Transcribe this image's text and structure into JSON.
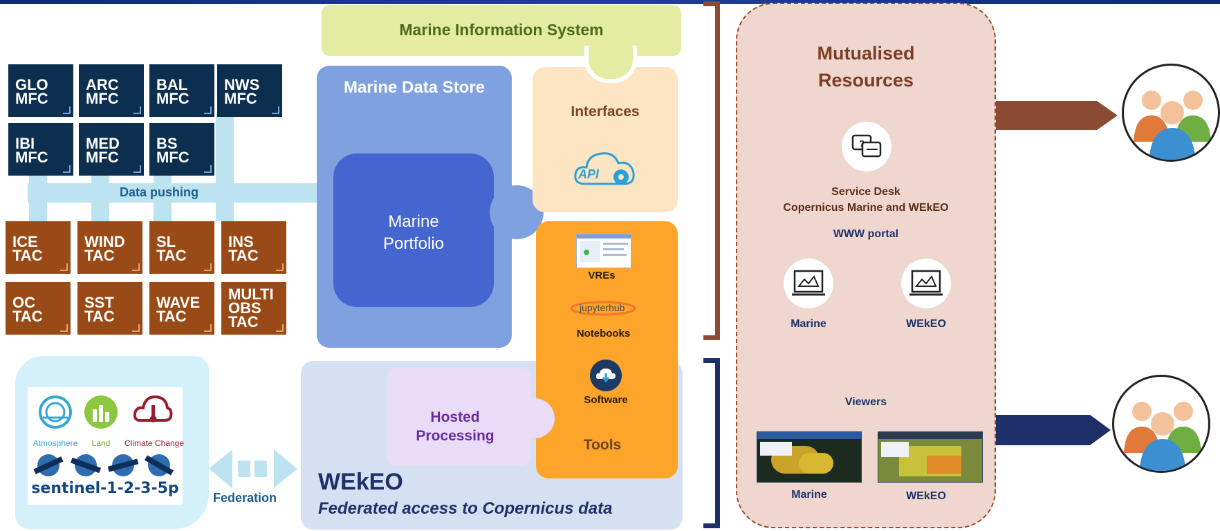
{
  "mis": {
    "title": "Marine Information System"
  },
  "mfc_tiles": [
    "GLO\nMFC",
    "ARC\nMFC",
    "BAL\nMFC",
    "NWS\nMFC",
    "IBI\nMFC",
    "MED\nMFC",
    "BS\nMFC"
  ],
  "tac_tiles": [
    "ICE\nTAC",
    "WIND\nTAC",
    "SL\nTAC",
    "INS\nTAC",
    "OC\nTAC",
    "SST\nTAC",
    "WAVE\nTAC",
    "MULTI\nOBS\nTAC"
  ],
  "data_pushing": "Data pushing",
  "data_store": {
    "title": "Marine Data Store",
    "portfolio": "Marine\nPortfolio"
  },
  "interfaces": {
    "title": "Interfaces",
    "api": "API"
  },
  "tools": {
    "vres": "VREs",
    "jupyter": "jupyterhub",
    "notebooks": "Notebooks",
    "software": "Software",
    "title": "Tools"
  },
  "hosted": "Hosted\nProcessing",
  "wekeo": {
    "title": "WEkEO",
    "subtitle": "Federated access to Copernicus data"
  },
  "federation": "Federation",
  "sentinel": {
    "atmosphere": "Atmosphere",
    "land": "Land",
    "climate": "Climate Change",
    "brand": "sentinel-1-2-3-5p"
  },
  "mutualised": {
    "title": "Mutualised\nResources",
    "service_desk": "Service Desk\nCopernicus Marine and WEkEO",
    "www_portal": "WWW portal",
    "portal_marine": "Marine",
    "portal_wekeo": "WEkEO",
    "viewers": "Viewers",
    "viewer_marine": "Marine",
    "viewer_wekeo": "WEkEO"
  },
  "colors": {
    "mfc": "#0c2f4f",
    "tac": "#9a4a16",
    "pipe": "#bde3f0",
    "data_store": "#7fa1e0",
    "portfolio": "#4566d0",
    "interfaces": "#fde5c4",
    "tools": "#fca52a",
    "wekeo_bg": "#d6e0f3",
    "hosted": "#e8dcf8",
    "mutualised": "#efd6cf",
    "brown": "#8b4a32",
    "navy": "#1d3068"
  }
}
